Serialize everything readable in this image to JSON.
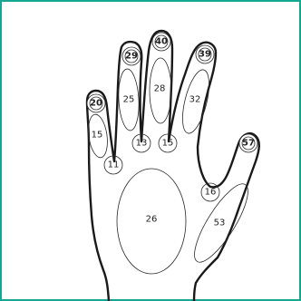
{
  "colors": {
    "frame_border": "#14a892",
    "outline": "#1a1a1a"
  },
  "regions": {
    "little_finger_tip": "20",
    "little_finger": "15",
    "little_finger_base": "11",
    "ring_finger_tip": "29",
    "ring_finger": "25",
    "ring_finger_base": "13",
    "middle_finger_tip": "40",
    "middle_finger": "28",
    "middle_finger_base": "15",
    "index_finger_tip": "39",
    "index_finger": "32",
    "thumb_tip": "57",
    "thumb_base": "16",
    "thumb_pad": "53",
    "palm": "26"
  }
}
